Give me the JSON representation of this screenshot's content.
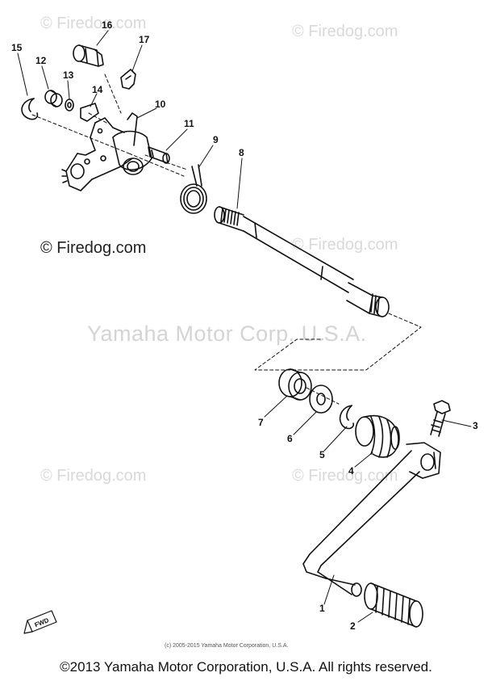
{
  "watermarks": {
    "firedog_light": "© Firedog.com",
    "firedog_dark": "© Firedog.com",
    "center": "Yamaha Motor Corp. U.S.A."
  },
  "callouts": [
    "1",
    "2",
    "3",
    "4",
    "5",
    "6",
    "7",
    "8",
    "9",
    "10",
    "11",
    "12",
    "13",
    "14",
    "15",
    "16",
    "17"
  ],
  "fwd_label": "FWD",
  "fine_print": "(c) 2005-2015 Yamaha Motor Corporation, U.S.A.",
  "copyright": "©2013 Yamaha Motor Corporation, U.S.A. All rights reserved.",
  "colors": {
    "ink": "#111111",
    "watermark": "#d9d9d9"
  }
}
